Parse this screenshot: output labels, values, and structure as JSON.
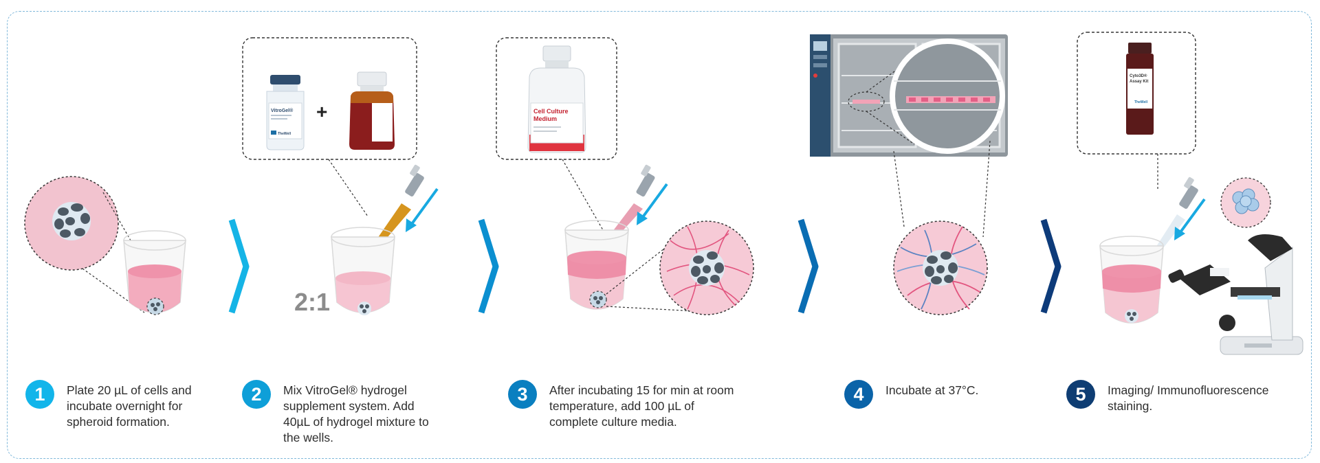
{
  "colors": {
    "frame": "#7fb8da",
    "step_badges": [
      "#12b5ea",
      "#0e9fd8",
      "#0a7fc0",
      "#0a63a8",
      "#0e3d73"
    ],
    "chevrons": [
      "#15b4e6",
      "#0b8fd0",
      "#0a6db3",
      "#0d3b7a"
    ],
    "medium_pink": "#f2a3b7",
    "arrow_blue": "#18a9e1"
  },
  "steps": [
    {
      "number": "1",
      "text": "Plate 20 µL of cells and incubate overnight for spheroid formation."
    },
    {
      "number": "2",
      "text": "Mix VitroGel® hydrogel supplement system. Add 40µL of hydrogel mixture to the wells."
    },
    {
      "number": "3",
      "text": "After incubating 15 for min at room temperature, add 100 µL of complete culture media."
    },
    {
      "number": "4",
      "text": "Incubate at 37°C."
    },
    {
      "number": "5",
      "text": "Imaging/ Immunofluorescence staining."
    }
  ],
  "labels": {
    "ratio": "2:1",
    "plus": "+",
    "vial_label": "VitroGel®",
    "vial_brand": "TheWell",
    "bottle_label": "Cell Culture Medium",
    "kit_label": "Cyto3D® Assay Kit",
    "kit_brand": "TheWell"
  },
  "icons": {
    "chevron": "chevron-right-icon",
    "dispense_arrow": "arrow-down-left-icon",
    "microscope": "microscope-icon",
    "incubator": "incubator-icon"
  }
}
